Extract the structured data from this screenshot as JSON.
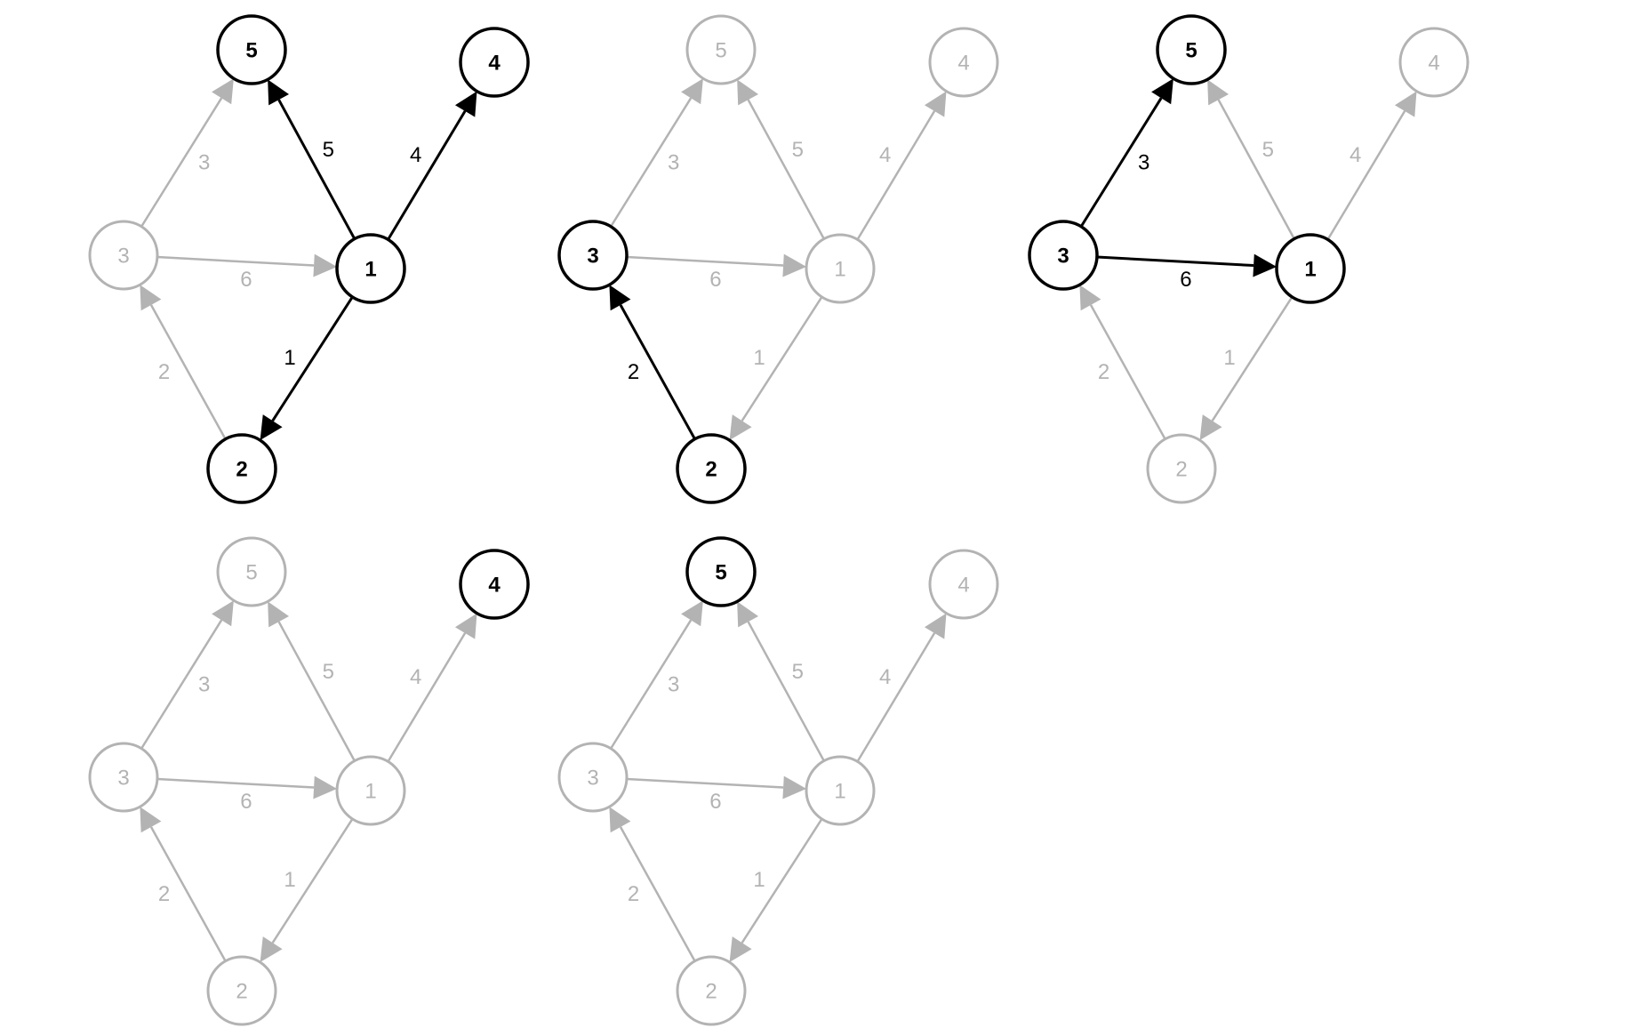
{
  "colors": {
    "active": "#000000",
    "inactive": "#b3b3b3",
    "background": "#ffffff"
  },
  "nodes": [
    {
      "id": "1",
      "label": "1"
    },
    {
      "id": "2",
      "label": "2"
    },
    {
      "id": "3",
      "label": "3"
    },
    {
      "id": "4",
      "label": "4"
    },
    {
      "id": "5",
      "label": "5"
    }
  ],
  "edges": [
    {
      "from": "1",
      "to": "5",
      "label": "5"
    },
    {
      "from": "1",
      "to": "4",
      "label": "4"
    },
    {
      "from": "1",
      "to": "2",
      "label": "1"
    },
    {
      "from": "3",
      "to": "5",
      "label": "3"
    },
    {
      "from": "3",
      "to": "1",
      "label": "6"
    },
    {
      "from": "2",
      "to": "3",
      "label": "2"
    }
  ],
  "panels": [
    {
      "active_nodes": [
        "1",
        "5",
        "4",
        "2"
      ],
      "active_edges": [
        0,
        1,
        2
      ]
    },
    {
      "active_nodes": [
        "3",
        "2"
      ],
      "active_edges": [
        5
      ]
    },
    {
      "active_nodes": [
        "3",
        "5",
        "1"
      ],
      "active_edges": [
        3,
        4
      ]
    },
    {
      "active_nodes": [
        "4"
      ],
      "active_edges": []
    },
    {
      "active_nodes": [
        "5"
      ],
      "active_edges": []
    }
  ]
}
